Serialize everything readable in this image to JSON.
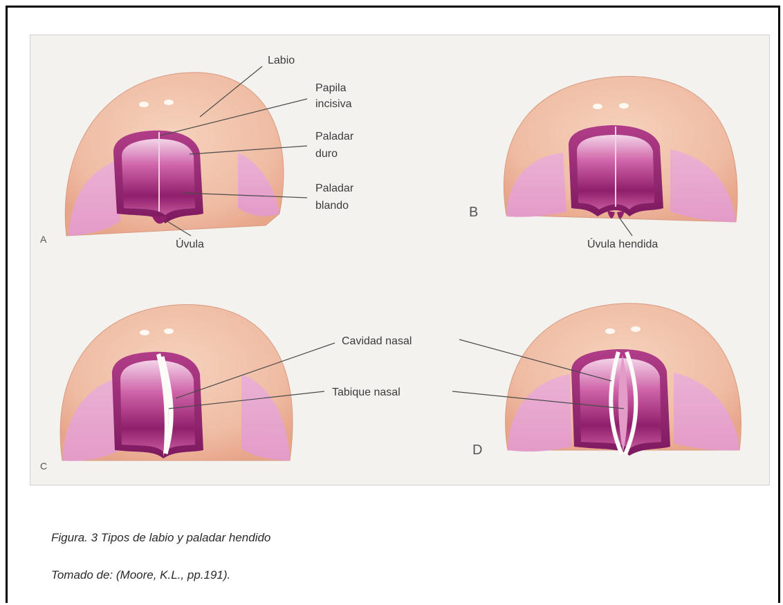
{
  "figure": {
    "panels": {
      "a": {
        "letter": "A"
      },
      "b": {
        "letter": "B"
      },
      "c": {
        "letter": "C"
      },
      "d": {
        "letter": "D"
      }
    },
    "labels": {
      "labio": "Labio",
      "papila_line1": "Papila",
      "papila_line2": "incisiva",
      "paladar_duro_line1": "Paladar",
      "paladar_duro_line2": "duro",
      "paladar_blando_line1": "Paladar",
      "paladar_blando_line2": "blando",
      "uvula": "Úvula",
      "uvula_hendida": "Úvula hendida",
      "cavidad_nasal": "Cavidad nasal",
      "tabique_nasal": "Tabique nasal"
    }
  },
  "caption": {
    "title": "Figura. 3 Tipos de labio y paladar hendido",
    "source": "Tomado de: (Moore, K.L., pp.191)."
  },
  "colors": {
    "skin": "#f2c3aa",
    "cheek": "#e9a5cf",
    "palate_dark": "#9a2a74",
    "palate_mid": "#c9549f",
    "palate_light": "#eec3e2",
    "background": "#f3f2ee"
  }
}
